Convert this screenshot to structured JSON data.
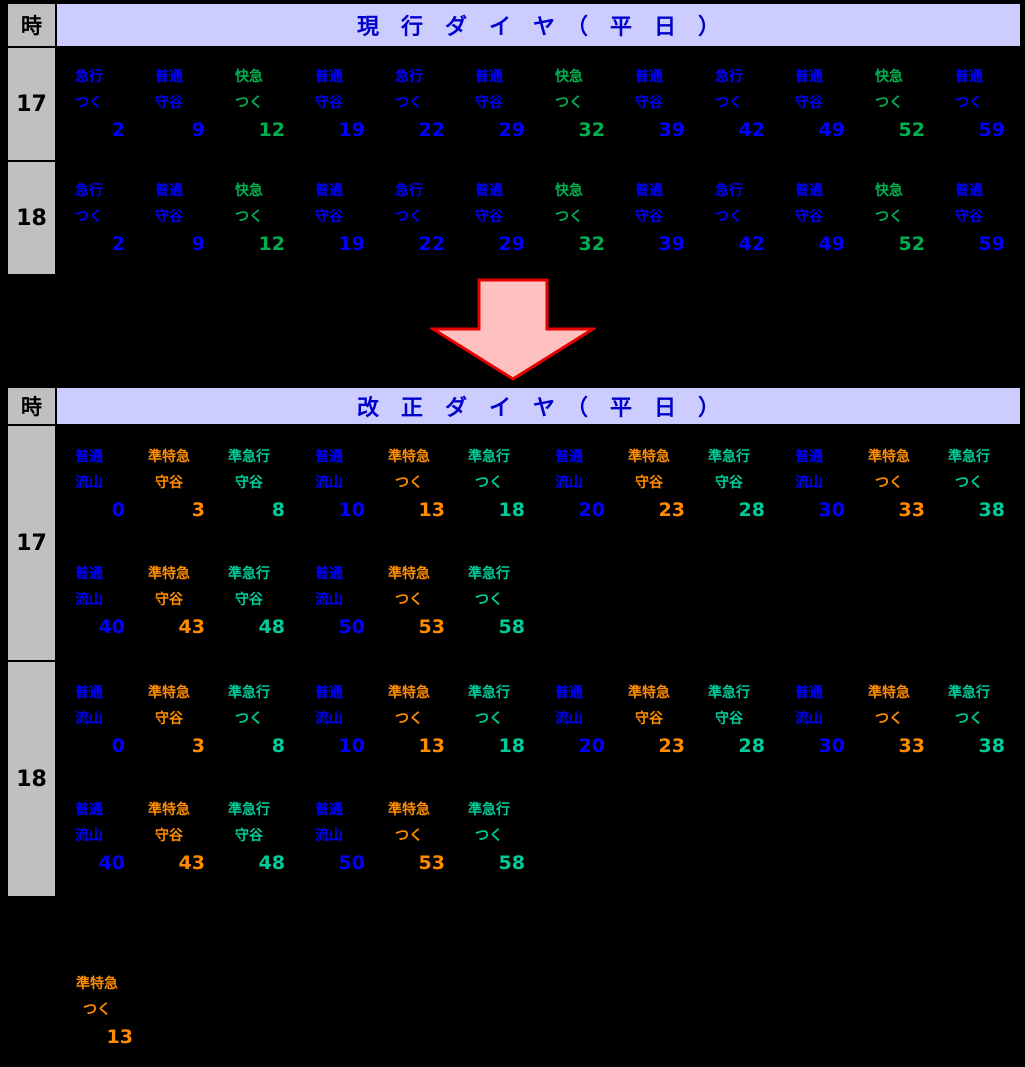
{
  "colors": {
    "background": "#000000",
    "band_bg": "#ccccff",
    "band_text": "#0000cc",
    "hour_bg": "#c0c0c0",
    "hour_text": "#000000",
    "arrow_fill": "#ffc0c0",
    "arrow_stroke": "#e60000"
  },
  "type_colors": {
    "普通": "#0000ff",
    "急行": "#0000ff",
    "快急": "#00b050",
    "準特急": "#ff8c00",
    "準急行": "#00cc99"
  },
  "current": {
    "hour_header": "時",
    "title": "現　行　ダ　イ　ヤ　（　平　日　）",
    "rows": [
      {
        "hour": "17",
        "lines": [
          [
            {
              "type": "急行",
              "dest": "つく",
              "minute": "2"
            },
            {
              "type": "普通",
              "dest": "守谷",
              "minute": "9"
            },
            {
              "type": "快急",
              "dest": "つく",
              "minute": "12"
            },
            {
              "type": "普通",
              "dest": "守谷",
              "minute": "19"
            },
            {
              "type": "急行",
              "dest": "つく",
              "minute": "22"
            },
            {
              "type": "普通",
              "dest": "守谷",
              "minute": "29"
            },
            {
              "type": "快急",
              "dest": "つく",
              "minute": "32"
            },
            {
              "type": "普通",
              "dest": "守谷",
              "minute": "39"
            },
            {
              "type": "急行",
              "dest": "つく",
              "minute": "42"
            },
            {
              "type": "普通",
              "dest": "守谷",
              "minute": "49"
            },
            {
              "type": "快急",
              "dest": "つく",
              "minute": "52"
            },
            {
              "type": "普通",
              "dest": "つく",
              "minute": "59"
            }
          ]
        ]
      },
      {
        "hour": "18",
        "lines": [
          [
            {
              "type": "急行",
              "dest": "つく",
              "minute": "2"
            },
            {
              "type": "普通",
              "dest": "守谷",
              "minute": "9"
            },
            {
              "type": "快急",
              "dest": "つく",
              "minute": "12"
            },
            {
              "type": "普通",
              "dest": "守谷",
              "minute": "19"
            },
            {
              "type": "急行",
              "dest": "つく",
              "minute": "22"
            },
            {
              "type": "普通",
              "dest": "守谷",
              "minute": "29"
            },
            {
              "type": "快急",
              "dest": "つく",
              "minute": "32"
            },
            {
              "type": "普通",
              "dest": "守谷",
              "minute": "39"
            },
            {
              "type": "急行",
              "dest": "つく",
              "minute": "42"
            },
            {
              "type": "普通",
              "dest": "守谷",
              "minute": "49"
            },
            {
              "type": "快急",
              "dest": "つく",
              "minute": "52"
            },
            {
              "type": "普通",
              "dest": "守谷",
              "minute": "59"
            }
          ]
        ]
      }
    ]
  },
  "revised": {
    "hour_header": "時",
    "title": "改　正　ダ　イ　ヤ　（　平　日　）",
    "rows": [
      {
        "hour": "17",
        "lines": [
          [
            {
              "type": "普通",
              "dest": "流山",
              "minute": "0"
            },
            {
              "type": "準特急",
              "dest": "守谷",
              "minute": "3"
            },
            {
              "type": "準急行",
              "dest": "守谷",
              "minute": "8"
            },
            {
              "type": "普通",
              "dest": "流山",
              "minute": "10"
            },
            {
              "type": "準特急",
              "dest": "つく",
              "minute": "13"
            },
            {
              "type": "準急行",
              "dest": "つく",
              "minute": "18"
            },
            {
              "type": "普通",
              "dest": "流山",
              "minute": "20"
            },
            {
              "type": "準特急",
              "dest": "守谷",
              "minute": "23"
            },
            {
              "type": "準急行",
              "dest": "守谷",
              "minute": "28"
            },
            {
              "type": "普通",
              "dest": "流山",
              "minute": "30"
            },
            {
              "type": "準特急",
              "dest": "つく",
              "minute": "33"
            },
            {
              "type": "準急行",
              "dest": "つく",
              "minute": "38"
            }
          ],
          [
            {
              "type": "普通",
              "dest": "流山",
              "minute": "40"
            },
            {
              "type": "準特急",
              "dest": "守谷",
              "minute": "43"
            },
            {
              "type": "準急行",
              "dest": "守谷",
              "minute": "48"
            },
            {
              "type": "普通",
              "dest": "流山",
              "minute": "50"
            },
            {
              "type": "準特急",
              "dest": "つく",
              "minute": "53"
            },
            {
              "type": "準急行",
              "dest": "つく",
              "minute": "58"
            }
          ]
        ]
      },
      {
        "hour": "18",
        "lines": [
          [
            {
              "type": "普通",
              "dest": "流山",
              "minute": "0"
            },
            {
              "type": "準特急",
              "dest": "守谷",
              "minute": "3"
            },
            {
              "type": "準急行",
              "dest": "つく",
              "minute": "8"
            },
            {
              "type": "普通",
              "dest": "流山",
              "minute": "10"
            },
            {
              "type": "準特急",
              "dest": "つく",
              "minute": "13"
            },
            {
              "type": "準急行",
              "dest": "つく",
              "minute": "18"
            },
            {
              "type": "普通",
              "dest": "流山",
              "minute": "20"
            },
            {
              "type": "準特急",
              "dest": "守谷",
              "minute": "23"
            },
            {
              "type": "準急行",
              "dest": "守谷",
              "minute": "28"
            },
            {
              "type": "普通",
              "dest": "流山",
              "minute": "30"
            },
            {
              "type": "準特急",
              "dest": "つく",
              "minute": "33"
            },
            {
              "type": "準急行",
              "dest": "つく",
              "minute": "38"
            }
          ],
          [
            {
              "type": "普通",
              "dest": "流山",
              "minute": "40"
            },
            {
              "type": "準特急",
              "dest": "守谷",
              "minute": "43"
            },
            {
              "type": "準急行",
              "dest": "守谷",
              "minute": "48"
            },
            {
              "type": "普通",
              "dest": "流山",
              "minute": "50"
            },
            {
              "type": "準特急",
              "dest": "つく",
              "minute": "53"
            },
            {
              "type": "準急行",
              "dest": "つく",
              "minute": "58"
            }
          ]
        ]
      }
    ]
  },
  "overflow_train": {
    "type": "準特急",
    "dest": "つく",
    "minute": "13"
  }
}
